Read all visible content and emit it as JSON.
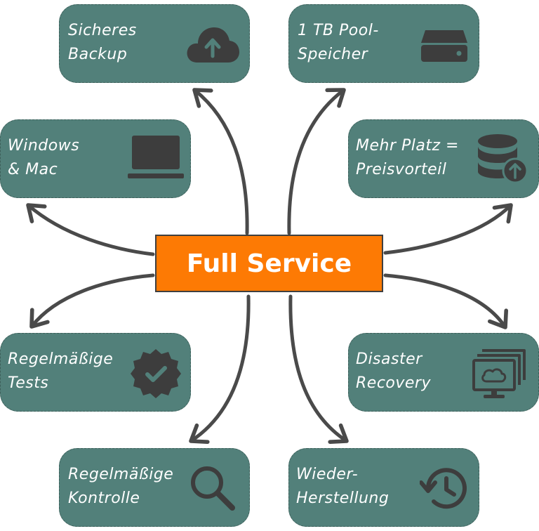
{
  "center": {
    "label": "Full Service",
    "color": "#fd7a04"
  },
  "colors": {
    "card": "#52807a",
    "arrow": "#4a4a4a",
    "icon": "#3d3d3d",
    "text": "#ffffff"
  },
  "cards": [
    {
      "id": "sicheres-backup",
      "line1": "Sicheres",
      "line2": "Backup",
      "icon": "cloud-upload-icon"
    },
    {
      "id": "pool-speicher",
      "line1": "1 TB Pool-",
      "line2": "Speicher",
      "icon": "hard-drive-icon"
    },
    {
      "id": "windows-mac",
      "line1": "Windows",
      "line2": "& Mac",
      "icon": "laptop-icon"
    },
    {
      "id": "mehr-platz",
      "line1": "Mehr Platz =",
      "line2": "Preisvorteil",
      "icon": "database-upload-icon"
    },
    {
      "id": "regelmaessige-tests",
      "line1": "Regelmäßige",
      "line2": "Tests",
      "icon": "verified-badge-icon"
    },
    {
      "id": "disaster-recovery",
      "line1": "Disaster",
      "line2": "Recovery",
      "icon": "cloud-monitor-icon"
    },
    {
      "id": "regelmaessige-kontrolle",
      "line1": "Regelmäßige",
      "line2": "Kontrolle",
      "icon": "search-icon"
    },
    {
      "id": "wiederherstellung",
      "line1": "Wieder-",
      "line2": "Herstellung",
      "icon": "history-icon"
    }
  ]
}
